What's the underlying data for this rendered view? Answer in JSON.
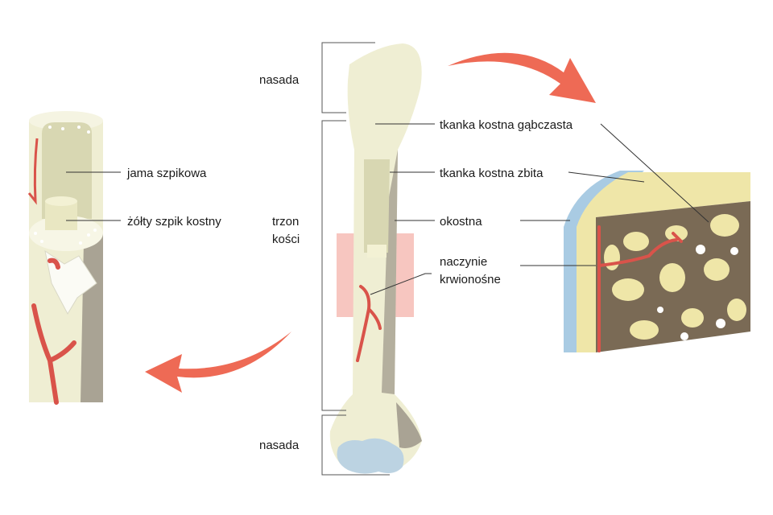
{
  "labels": {
    "epiphysis_top": "nasada",
    "diaphysis_line1": "trzon",
    "diaphysis_line2": "kości",
    "epiphysis_bottom": "nasada",
    "spongy_bone": "tkanka kostna gąbczasta",
    "compact_bone": "tkanka kostna zbita",
    "periosteum": "okostna",
    "blood_vessel_line1": "naczynie",
    "blood_vessel_line2": "krwionośne",
    "marrow_cavity": "jama szpikowa",
    "yellow_marrow": "żółty szpik kostny"
  },
  "colors": {
    "bone": "#efeed3",
    "bone_shadow": "#a9a394",
    "marrow": "#d8d7b2",
    "vessel": "#d9534a",
    "arrow": "#ee6a55",
    "cartilage": "#bcd3e2",
    "periosteum_band": "#a9cbe3",
    "highlight_box": "#f7c6c0",
    "spongy_fill": "#7a6a55",
    "text": "#1a1a1a"
  }
}
